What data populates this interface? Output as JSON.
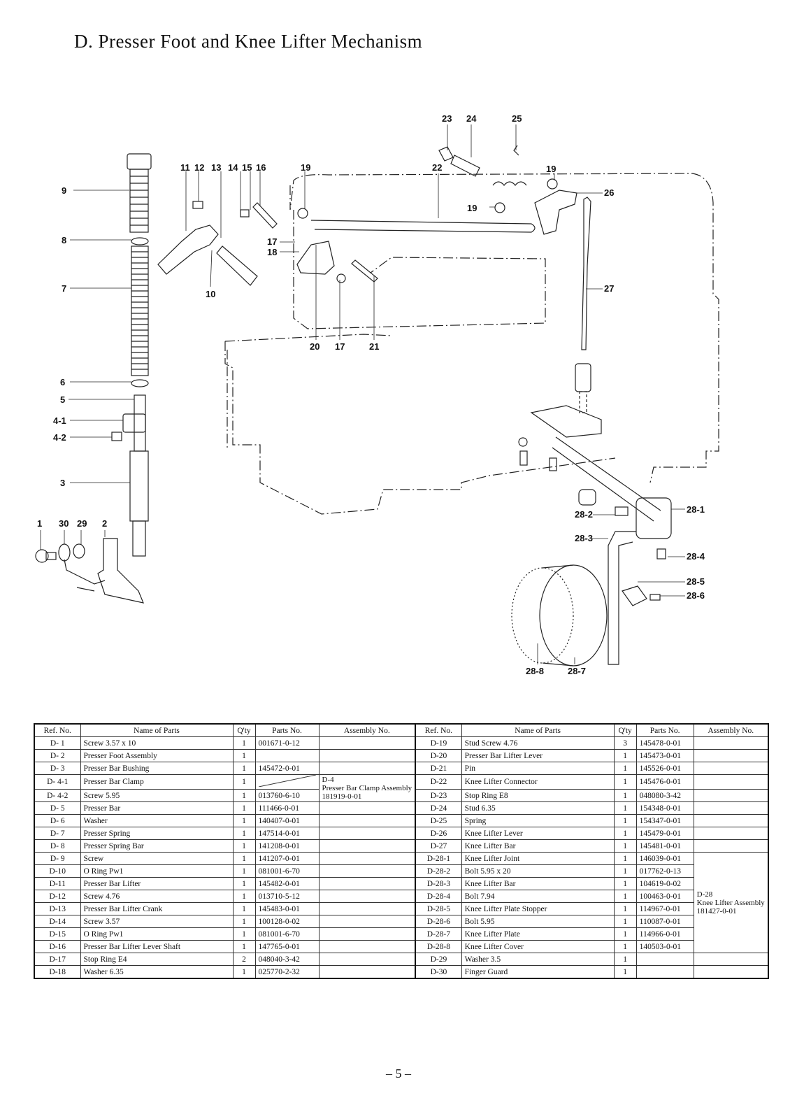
{
  "page": {
    "title": "D.  Presser Foot and Knee Lifter Mechanism",
    "page_number": "– 5 –"
  },
  "callouts": {
    "c23": "23",
    "c24": "24",
    "c25": "25",
    "c22": "22",
    "c19a": "19",
    "c19b": "19",
    "c19c": "19",
    "c26": "26",
    "c11": "11",
    "c12": "12",
    "c13": "13",
    "c14": "14",
    "c15": "15",
    "c16": "16",
    "c9": "9",
    "c8": "8",
    "c7": "7",
    "c10": "10",
    "c17a": "17",
    "c18": "18",
    "c20": "20",
    "c17b": "17",
    "c21": "21",
    "c27": "27",
    "c6": "6",
    "c5": "5",
    "c41": "4-1",
    "c42": "4-2",
    "c3": "3",
    "c1": "1",
    "c30": "30",
    "c29": "29",
    "c2": "2",
    "c281": "28-1",
    "c282": "28-2",
    "c283": "28-3",
    "c284": "28-4",
    "c285": "28-5",
    "c286": "28-6",
    "c287": "28-7",
    "c288": "28-8"
  },
  "table": {
    "headers": {
      "ref": "Ref. No.",
      "name": "Name of Parts",
      "qty": "Q'ty",
      "parts": "Parts No.",
      "assembly": "Assembly No."
    },
    "left": [
      {
        "ref": "D- 1",
        "name": "Screw  3.57 x 10",
        "qty": "1",
        "parts": "001671-0-12"
      },
      {
        "ref": "D- 2",
        "name": "Presser  Foot  Assembly",
        "qty": "1",
        "parts": ""
      },
      {
        "ref": "D- 3",
        "name": "Presser  Bar  Bushing",
        "qty": "1",
        "parts": "145472-0-01"
      },
      {
        "ref": "D- 4-1",
        "name": "Presser  Bar  Clamp",
        "qty": "1",
        "parts": ""
      },
      {
        "ref": "D- 4-2",
        "name": "Screw  5.95",
        "qty": "1",
        "parts": "013760-6-10"
      },
      {
        "ref": "D- 5",
        "name": "Presser  Bar",
        "qty": "1",
        "parts": "111466-0-01"
      },
      {
        "ref": "D- 6",
        "name": "Washer",
        "qty": "1",
        "parts": "140407-0-01"
      },
      {
        "ref": "D- 7",
        "name": "Presser  Spring",
        "qty": "1",
        "parts": "147514-0-01"
      },
      {
        "ref": "D- 8",
        "name": "Presser  Spring  Bar",
        "qty": "1",
        "parts": "141208-0-01"
      },
      {
        "ref": "D- 9",
        "name": "Screw",
        "qty": "1",
        "parts": "141207-0-01"
      },
      {
        "ref": "D-10",
        "name": "O  Ring  Pw1",
        "qty": "1",
        "parts": "081001-6-70"
      },
      {
        "ref": "D-11",
        "name": "Presser  Bar  Lifter",
        "qty": "1",
        "parts": "145482-0-01"
      },
      {
        "ref": "D-12",
        "name": "Screw  4.76",
        "qty": "1",
        "parts": "013710-5-12"
      },
      {
        "ref": "D-13",
        "name": "Presser  Bar  Lifter  Crank",
        "qty": "1",
        "parts": "145483-0-01"
      },
      {
        "ref": "D-14",
        "name": "Screw  3.57",
        "qty": "1",
        "parts": "100128-0-02"
      },
      {
        "ref": "D-15",
        "name": "O  Ring  Pw1",
        "qty": "1",
        "parts": "081001-6-70"
      },
      {
        "ref": "D-16",
        "name": "Presser  Bar  Lifter  Lever  Shaft",
        "qty": "1",
        "parts": "147765-0-01"
      },
      {
        "ref": "D-17",
        "name": "Stop  Ring  E4",
        "qty": "2",
        "parts": "048040-3-42"
      },
      {
        "ref": "D-18",
        "name": "Washer  6.35",
        "qty": "1",
        "parts": "025770-2-32"
      }
    ],
    "left_assembly": {
      "ref": "D-4",
      "name": "Presser Bar Clamp Assembly",
      "number": "181919-0-01"
    },
    "right": [
      {
        "ref": "D-19",
        "name": "Stud  Screw  4.76",
        "qty": "3",
        "parts": "145478-0-01"
      },
      {
        "ref": "D-20",
        "name": "Presser  Bar  Lifter  Lever",
        "qty": "1",
        "parts": "145473-0-01"
      },
      {
        "ref": "D-21",
        "name": "Pin",
        "qty": "1",
        "parts": "145526-0-01"
      },
      {
        "ref": "D-22",
        "name": "Knee  Lifter  Connector",
        "qty": "1",
        "parts": "145476-0-01"
      },
      {
        "ref": "D-23",
        "name": "Stop  Ring  E8",
        "qty": "1",
        "parts": "048080-3-42"
      },
      {
        "ref": "D-24",
        "name": "Stud  6.35",
        "qty": "1",
        "parts": "154348-0-01"
      },
      {
        "ref": "D-25",
        "name": "Spring",
        "qty": "1",
        "parts": "154347-0-01"
      },
      {
        "ref": "D-26",
        "name": "Knee  Lifter  Lever",
        "qty": "1",
        "parts": "145479-0-01"
      },
      {
        "ref": "D-27",
        "name": "Knee  Lifter  Bar",
        "qty": "1",
        "parts": "145481-0-01"
      },
      {
        "ref": "D-28-1",
        "name": "Knee  Lifter  Joint",
        "qty": "1",
        "parts": "146039-0-01"
      },
      {
        "ref": "D-28-2",
        "name": "Bolt  5.95 x 20",
        "qty": "1",
        "parts": "017762-0-13"
      },
      {
        "ref": "D-28-3",
        "name": "Knee  Lifter  Bar",
        "qty": "1",
        "parts": "104619-0-02"
      },
      {
        "ref": "D-28-4",
        "name": "Bolt  7.94",
        "qty": "1",
        "parts": "100463-0-01"
      },
      {
        "ref": "D-28-5",
        "name": "Knee  Lifter  Plate  Stopper",
        "qty": "1",
        "parts": "114967-0-01"
      },
      {
        "ref": "D-28-6",
        "name": "Bolt  5.95",
        "qty": "1",
        "parts": "110087-0-01"
      },
      {
        "ref": "D-28-7",
        "name": "Knee  Lifter  Plate",
        "qty": "1",
        "parts": "114966-0-01"
      },
      {
        "ref": "D-28-8",
        "name": "Knee  Lifter  Cover",
        "qty": "1",
        "parts": "140503-0-01"
      },
      {
        "ref": "D-29",
        "name": "Washer  3.5",
        "qty": "1",
        "parts": ""
      },
      {
        "ref": "D-30",
        "name": "Finger  Guard",
        "qty": "1",
        "parts": ""
      }
    ],
    "right_assembly": {
      "ref": "D-28",
      "name": "Knee Lifter Assembly",
      "number": "181427-0-01"
    }
  }
}
